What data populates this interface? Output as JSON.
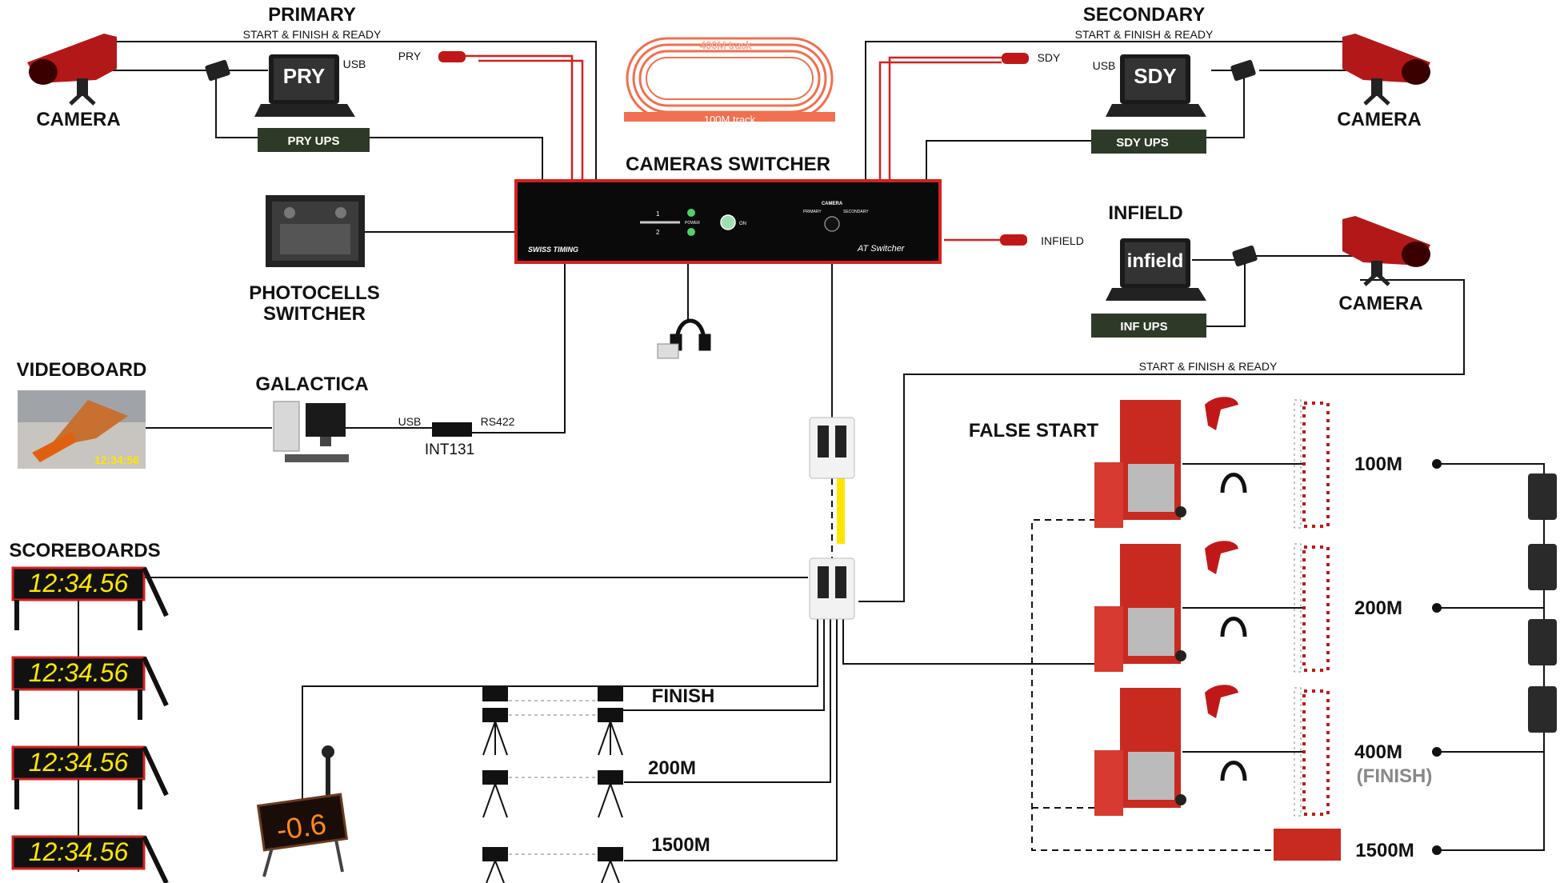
{
  "titles": {
    "primary": "PRIMARY",
    "secondary": "SECONDARY",
    "infield": "INFIELD",
    "cameras_switcher": "CAMERAS SWITCHER",
    "photocells_switcher_1": "PHOTOCELLS",
    "photocells_switcher_2": "SWITCHER",
    "videoboard": "VIDEOBOARD",
    "galactica": "GALACTICA",
    "scoreboards": "SCOREBOARDS",
    "false_start": "FALSE START",
    "camera": "CAMERA"
  },
  "labels": {
    "start_finish_ready": "START & FINISH & READY",
    "usb": "USB",
    "rs422": "RS422",
    "int131": "INT131",
    "pry": "PRY",
    "sdy": "SDY",
    "infield_conn": "INFIELD",
    "pry_laptop": "PRY",
    "sdy_laptop": "SDY",
    "infield_laptop": "infield",
    "pry_ups": "PRY UPS",
    "sdy_ups": "SDY UPS",
    "inf_ups": "INF UPS",
    "track_400": "400M track",
    "track_100": "100M track",
    "switcher_brand": "SWISS TIMING",
    "switcher_model": "AT Switcher",
    "switcher_camera": "CAMERA",
    "switcher_primary": "PRIMARY",
    "switcher_secondary": "SECONDARY",
    "switcher_power": "POWER",
    "switcher_on": "ON",
    "switcher_1": "1",
    "switcher_2": "2",
    "videoboard_time": "12:34:56",
    "wind_display": "-0.6"
  },
  "scoreboards": [
    "12:34.56",
    "12:34.56",
    "12:34.56",
    "12:34.56"
  ],
  "photocells": [
    "FINISH",
    "200M",
    "1500M"
  ],
  "false_start_stations": [
    "100M",
    "200M",
    "400M",
    "1500M"
  ],
  "finish_note": "(FINISH)",
  "colors": {
    "red": "#d42020",
    "dark": "#111111",
    "yellow": "#ffe600",
    "track": "#f07050"
  }
}
